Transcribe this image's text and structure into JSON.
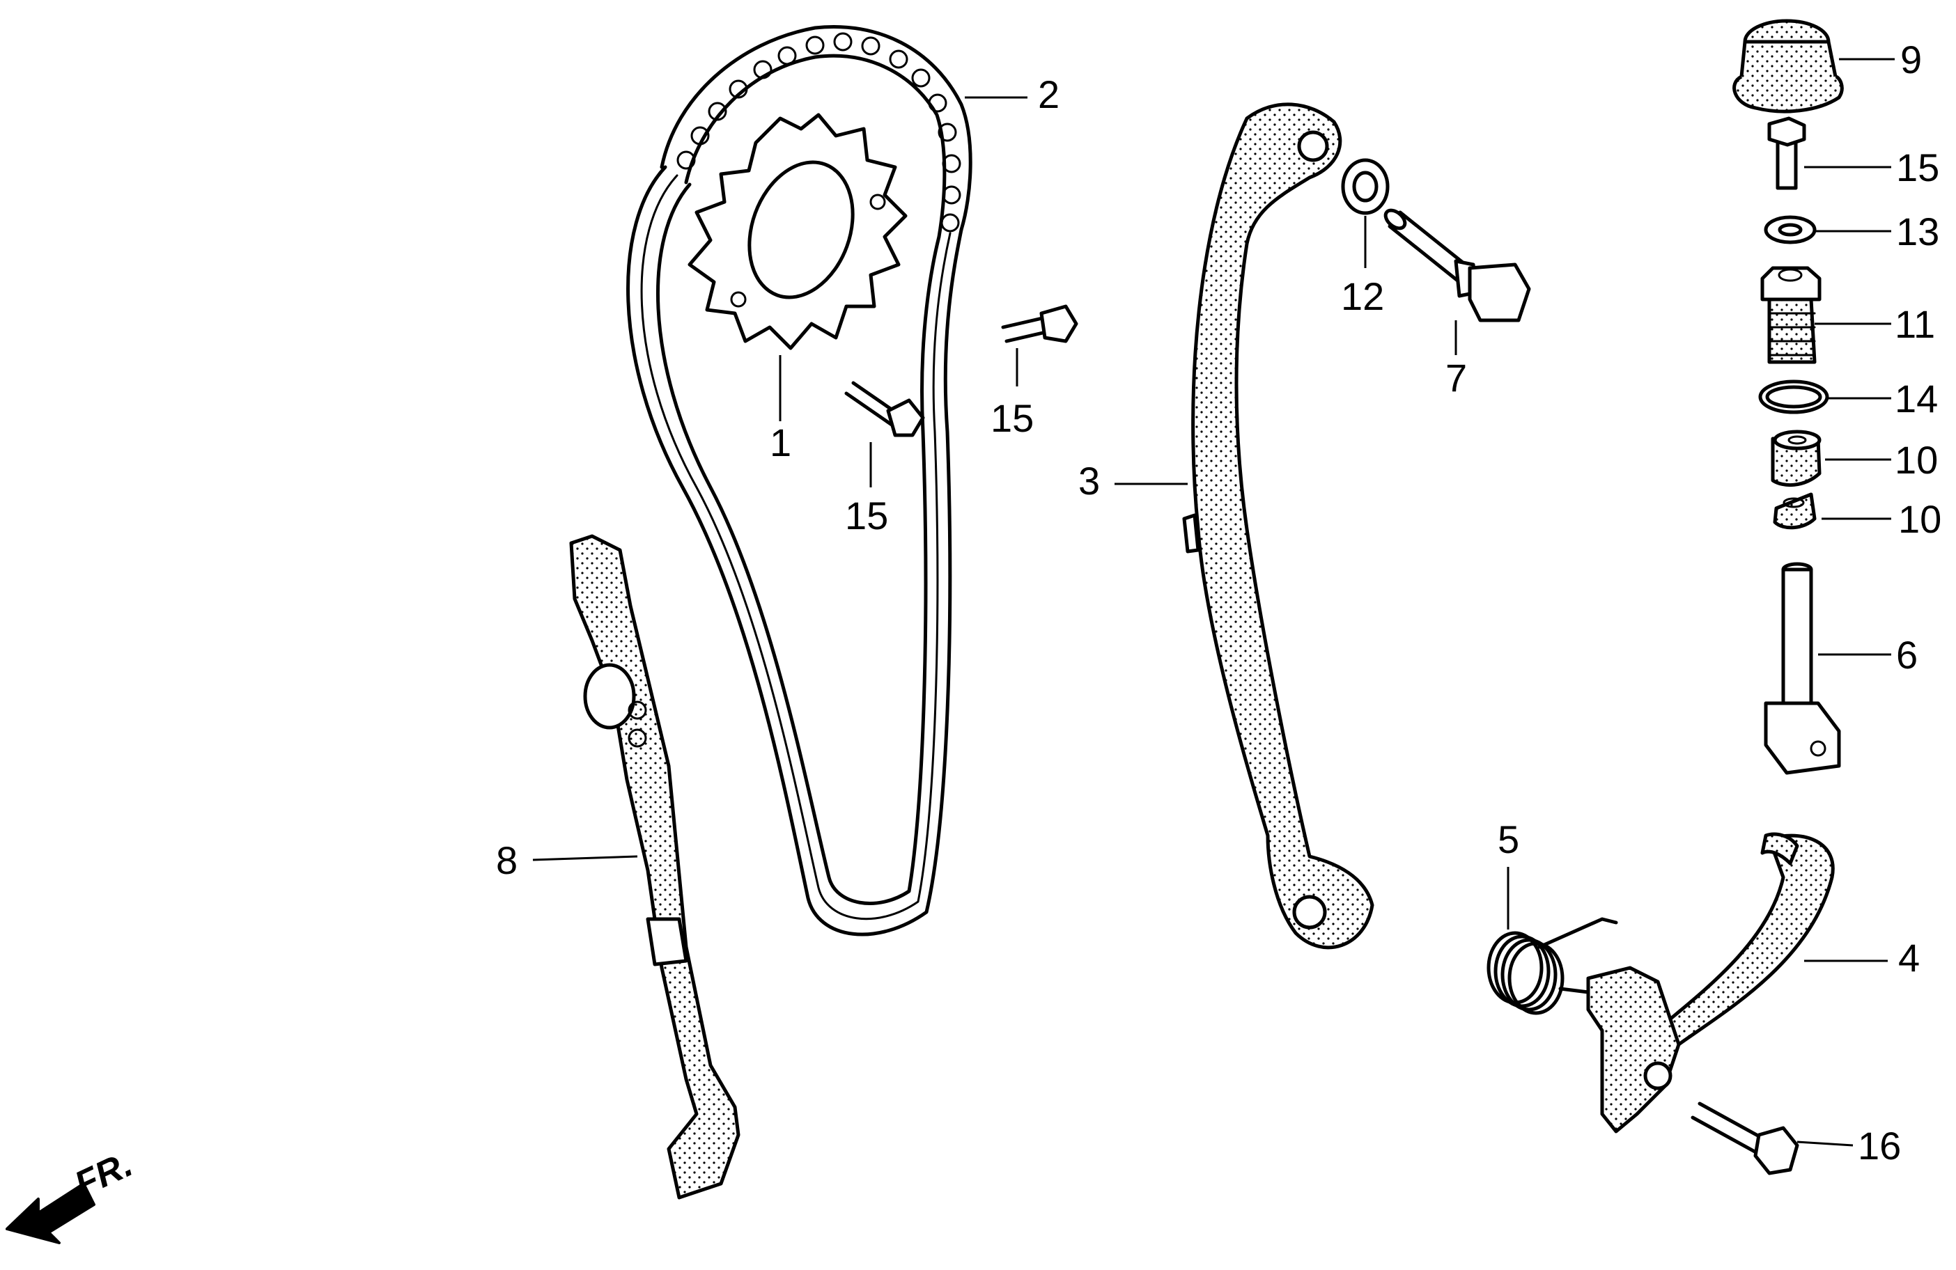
{
  "orientation": "FR.",
  "parts": [
    {
      "id": "sprocket",
      "number": "1"
    },
    {
      "id": "cam-chain",
      "number": "2"
    },
    {
      "id": "tensioner-slipper",
      "number": "3"
    },
    {
      "id": "tensioner-arm",
      "number": "4"
    },
    {
      "id": "tensioner-spring",
      "number": "5"
    },
    {
      "id": "tensioner-push-rod",
      "number": "6"
    },
    {
      "id": "pivot-bolt",
      "number": "7"
    },
    {
      "id": "chain-guide",
      "number": "8"
    },
    {
      "id": "sealing-cap",
      "number": "9"
    },
    {
      "id": "wedge-a",
      "number": "10"
    },
    {
      "id": "wedge-b",
      "number": "10"
    },
    {
      "id": "tensioner-bolt",
      "number": "11"
    },
    {
      "id": "washer",
      "number": "12"
    },
    {
      "id": "sealing-washer-13",
      "number": "13"
    },
    {
      "id": "o-ring",
      "number": "14"
    },
    {
      "id": "bolt-15-left",
      "number": "15"
    },
    {
      "id": "bolt-15-center",
      "number": "15"
    },
    {
      "id": "bolt-15-right",
      "number": "15"
    },
    {
      "id": "bolt-16",
      "number": "16"
    }
  ]
}
